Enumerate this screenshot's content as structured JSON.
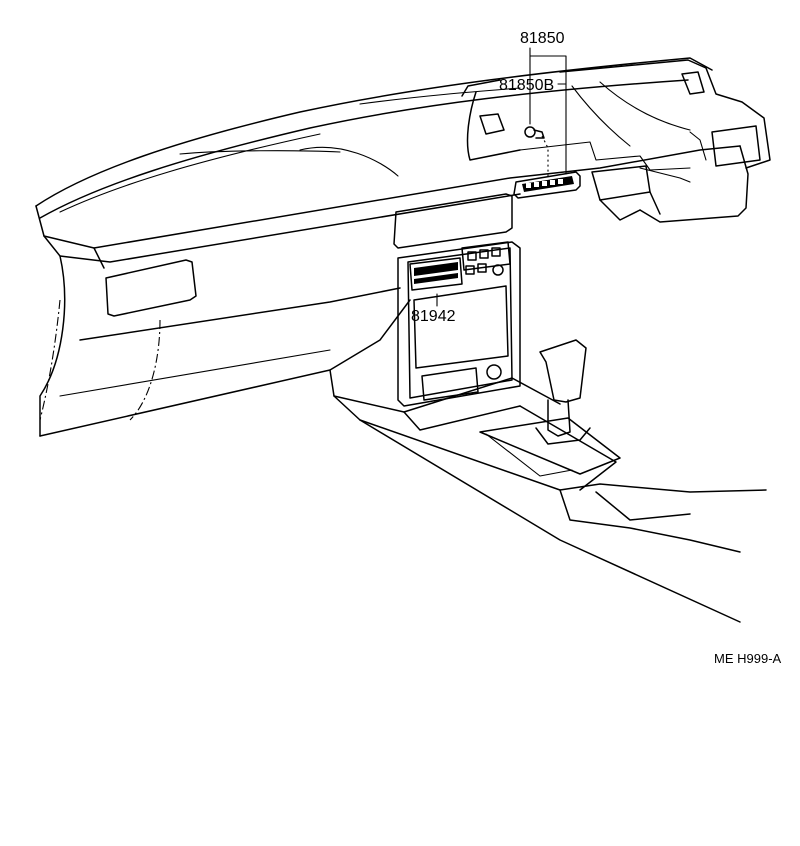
{
  "diagram": {
    "callouts": [
      {
        "id": "switch_assembly",
        "label": "81850"
      },
      {
        "id": "switch_bulb",
        "label": "81850B"
      },
      {
        "id": "heater_panel_bulb",
        "label": "81942"
      }
    ],
    "reference_code": "ME H999-A"
  }
}
